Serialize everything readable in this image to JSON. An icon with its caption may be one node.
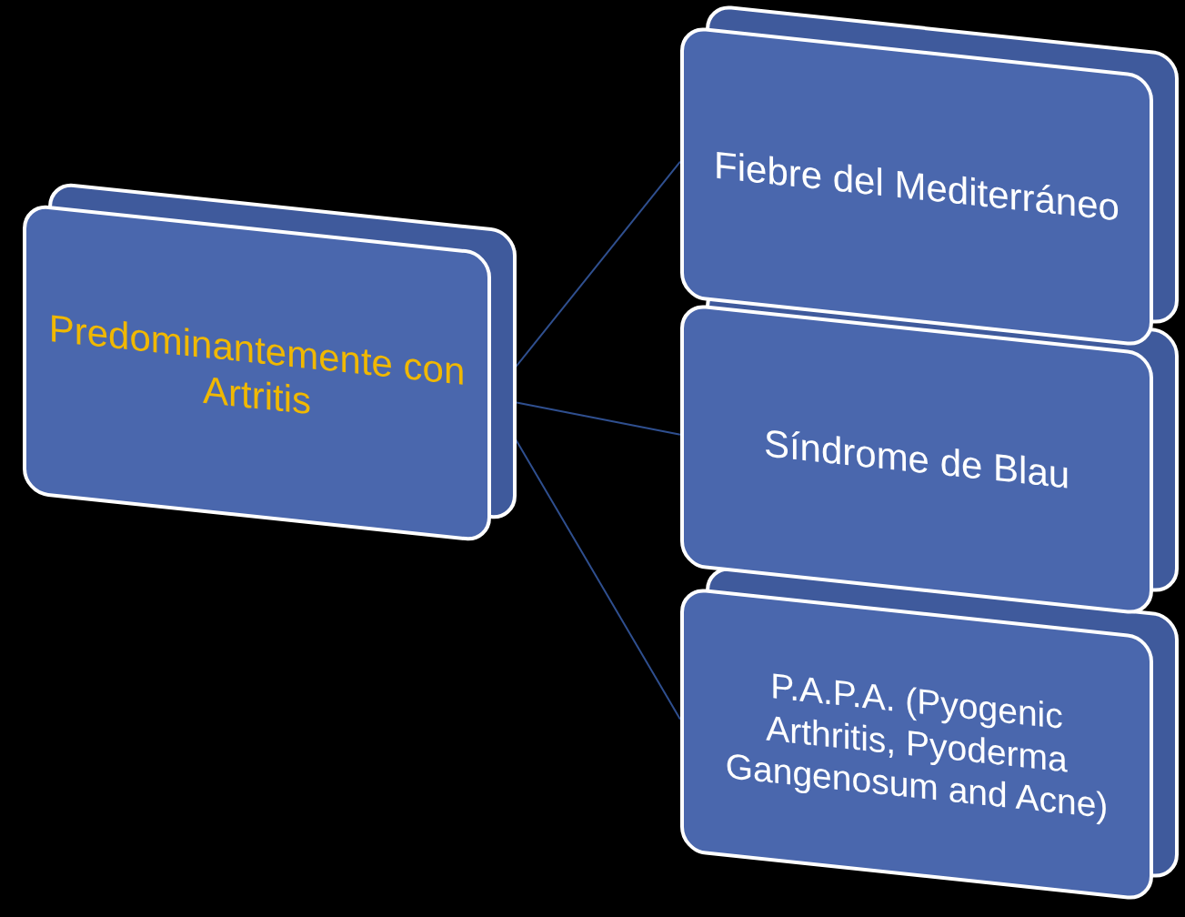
{
  "diagram": {
    "nodes": [
      {
        "text": [
          "Predominantemente con Artritis"
        ]
      },
      {
        "text": [
          "Fiebre del Mediterráneo"
        ]
      },
      {
        "text": [
          "Síndrome de Blau"
        ]
      },
      {
        "text": [
          "P.A.P.A. (Pyogenic Arthritis, Pyoderma Gangenosum and Acne)"
        ]
      }
    ],
    "edges": [
      {
        "from": 0,
        "to": 1,
        "arrow": "none"
      },
      {
        "from": 0,
        "to": 2,
        "arrow": "none"
      },
      {
        "from": 0,
        "to": 3,
        "arrow": "none"
      }
    ]
  }
}
